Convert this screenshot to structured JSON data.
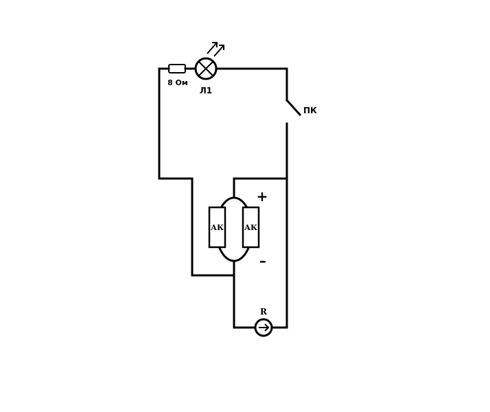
{
  "diagram": {
    "resistor_label": "8 Ом",
    "lamp_label": "Л1",
    "switch_label": "ПК",
    "battery_label_1": "АК",
    "battery_label_2": "АК",
    "plus_sign": "+",
    "minus_sign": "–",
    "meter_label": "R"
  }
}
